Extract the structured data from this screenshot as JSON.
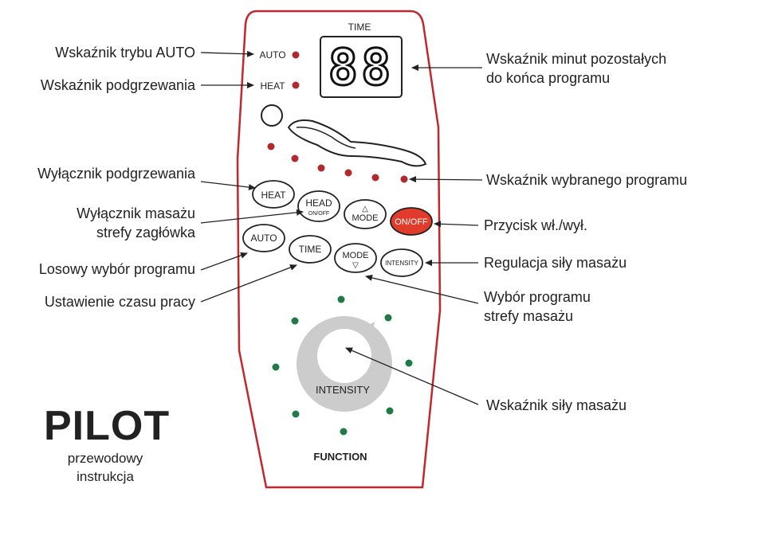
{
  "remote": {
    "time_label": "TIME",
    "display_value": "88",
    "auto_label": "AUTO",
    "heat_label": "HEAT",
    "function_label": "FUNCTION",
    "intensity_label": "INTENSITY",
    "buttons": {
      "heat": "HEAT",
      "head": "HEAD",
      "head_sub": "ON/OFF",
      "mode_up": "MODE",
      "onoff": "ON/OFF",
      "auto": "AUTO",
      "time": "TIME",
      "mode_down": "MODE",
      "intensity": "INTENSITY"
    },
    "colors": {
      "outline": "#c0282d",
      "led_red": "#b3282d",
      "led_green": "#1f7a45",
      "onoff_fill": "#e03b2b",
      "dial_gray": "#cccccc"
    }
  },
  "labels": {
    "auto_indicator": "Wskaźnik trybu AUTO",
    "heat_indicator": "Wskaźnik podgrzewania",
    "minutes_line1": "Wskaźnik minut pozostałych",
    "minutes_line2": "do końca programu",
    "heat_switch": "Wyłącznik podgrzewania",
    "program_indicator": "Wskaźnik wybranego programu",
    "head_line1": "Wyłącznik masażu",
    "head_line2": "strefy zagłówka",
    "power_button": "Przycisk wł./wył.",
    "random_program": "Losowy wybór programu",
    "intensity_regulation": "Regulacja siły masażu",
    "time_setting": "Ustawienie czasu pracy",
    "zone_line1": "Wybór programu",
    "zone_line2": "strefy masażu",
    "intensity_indicator": "Wskaźnik siły masażu"
  },
  "caption": {
    "title": "PILOT",
    "line1": "przewodowy",
    "line2": "instrukcja"
  }
}
